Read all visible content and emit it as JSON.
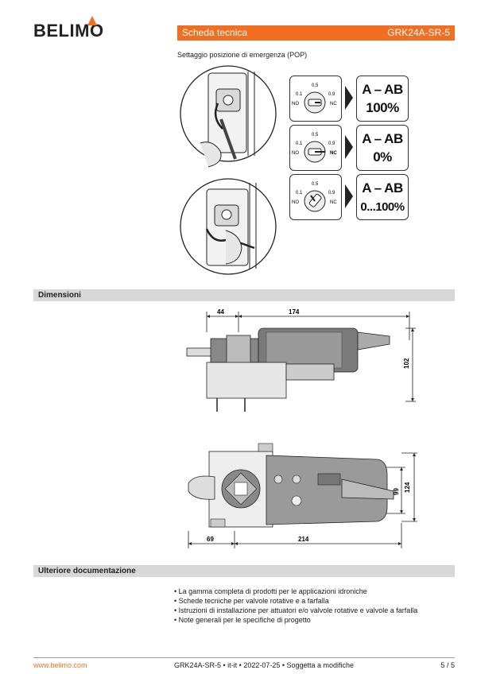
{
  "brand": {
    "name": "BELIMO",
    "accent": "#f26f21"
  },
  "header": {
    "title": "Scheda tecnica",
    "product": "GRK24A-SR-5"
  },
  "pop": {
    "caption": "Settaggio posizione di emergenza (POP)",
    "dial_marks": {
      "t1": "0.1",
      "t2": "0.5",
      "t3": "0.9",
      "no": "NO",
      "nc": "NC"
    },
    "settings": [
      {
        "line1": "A – AB",
        "line2": "100%"
      },
      {
        "line1": "A – AB",
        "line2": "0%"
      },
      {
        "line1": "A – AB",
        "line2": "0...100%"
      }
    ]
  },
  "dimensions": {
    "section_title": "Dimensioni",
    "side_view": {
      "d_left": "44",
      "d_length": "174",
      "d_height": "102"
    },
    "top_view": {
      "d_left": "69",
      "d_length": "214",
      "d_h1": "99",
      "d_h2": "124"
    }
  },
  "documentation": {
    "section_title": "Ulteriore documentazione",
    "items": [
      "La gamma completa di prodotti per le applicazioni idroniche",
      "Schede tecniche per valvole rotative e a farfalla",
      "Istruzioni di installazione per attuatori e/o valvole rotative e valvole a farfalla",
      "Note generali per le specifiche di progetto"
    ]
  },
  "footer": {
    "url": "www.belimo.com",
    "info": "GRK24A-SR-5 • it-it • 2022-07-25 • Soggetta a modifiche",
    "page": "5 / 5"
  }
}
